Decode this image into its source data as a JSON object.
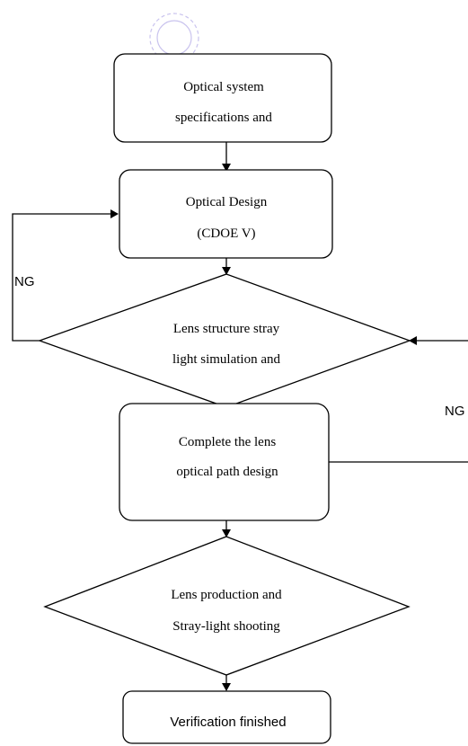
{
  "nodes": {
    "spec": {
      "line1": "Optical system",
      "line2": "specifications and"
    },
    "design": {
      "line1": "Optical Design",
      "line2": "(CDOE V)"
    },
    "simulation": {
      "line1": "Lens structure stray",
      "line2": "light simulation and"
    },
    "complete": {
      "line1": "Complete the lens",
      "line2": "optical path design"
    },
    "production": {
      "line1": "Lens production and",
      "line2": "Stray-light shooting"
    },
    "finished": {
      "line1": "Verification finished"
    }
  },
  "edge_labels": {
    "left_loop": "NG",
    "right_loop": "NG"
  },
  "colors": {
    "stroke": "#000000",
    "fill": "#ffffff",
    "watermark": "#c9c3ee"
  }
}
